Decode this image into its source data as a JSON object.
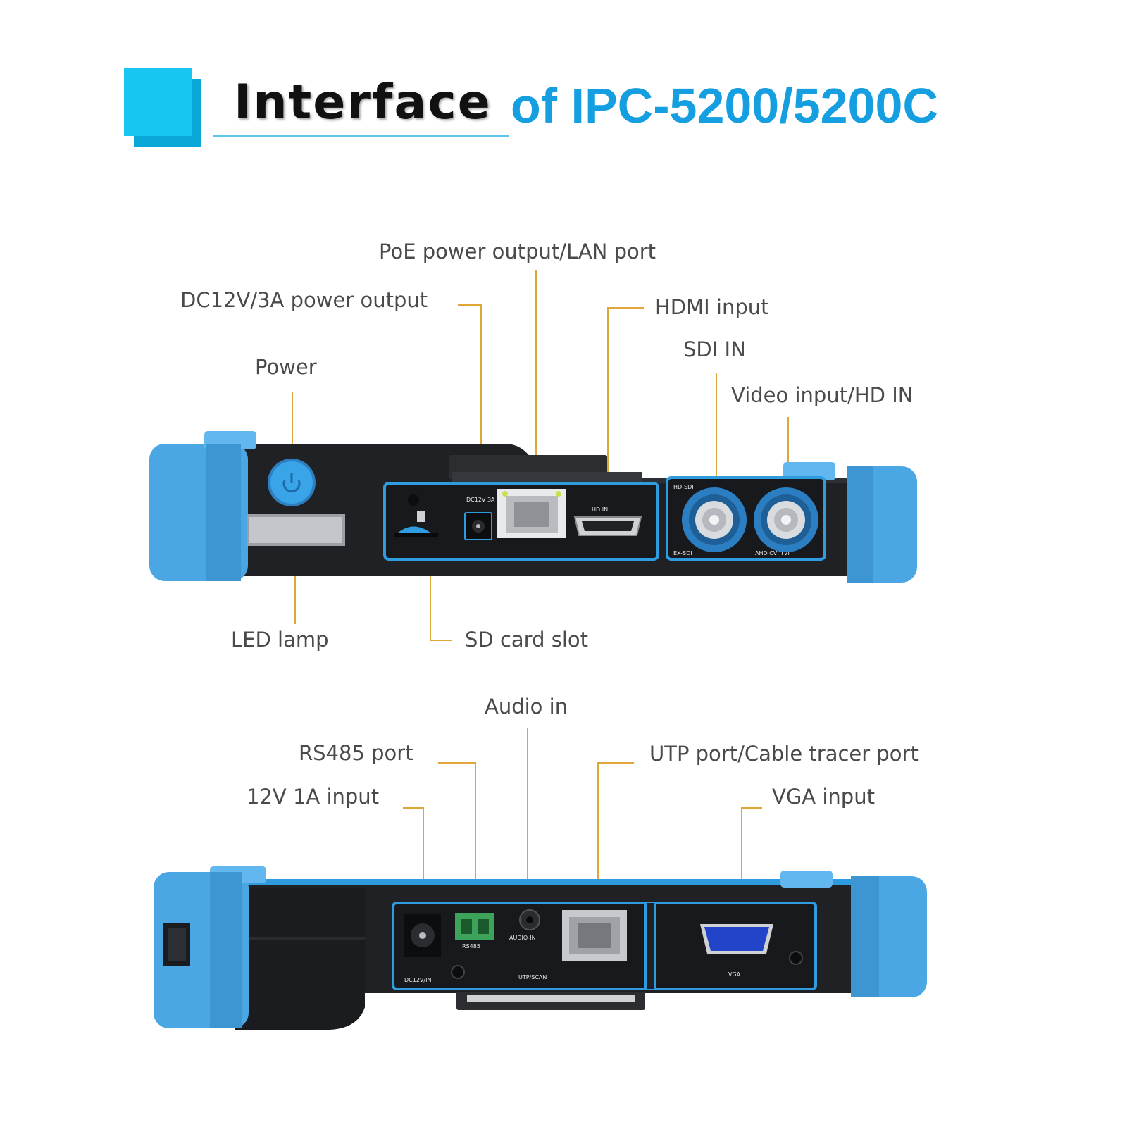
{
  "header": {
    "title_word": "Interface",
    "title_model": "of IPC-5200/5200C"
  },
  "top_device": {
    "callouts": {
      "poe_lan": "PoE power output/LAN port",
      "dc_output": "DC12V/3A power output",
      "hdmi_input": "HDMI input",
      "sdi_in": "SDI IN",
      "power": "Power",
      "video_input": "Video input/HD IN",
      "led_lamp": "LED lamp",
      "sd_card": "SD card slot"
    },
    "port_marks": {
      "dc_out": "DC12V 3A OUT",
      "hdmi": "HD IN",
      "hd_sdi": "HD-SDI",
      "ex_sdi": "EX-SDI",
      "ahd": "AHD CVI TVI"
    }
  },
  "bottom_device": {
    "callouts": {
      "audio_in": "Audio in",
      "rs485": "RS485 port",
      "utp": "UTP port/Cable tracer port",
      "input_12v": "12V 1A input",
      "vga_input": "VGA input"
    },
    "port_marks": {
      "dc_in": "DC12V/IN",
      "rs485": "RS485",
      "audio": "AUDIO-IN",
      "utp": "UTP/SCAN",
      "vga": "VGA"
    }
  }
}
